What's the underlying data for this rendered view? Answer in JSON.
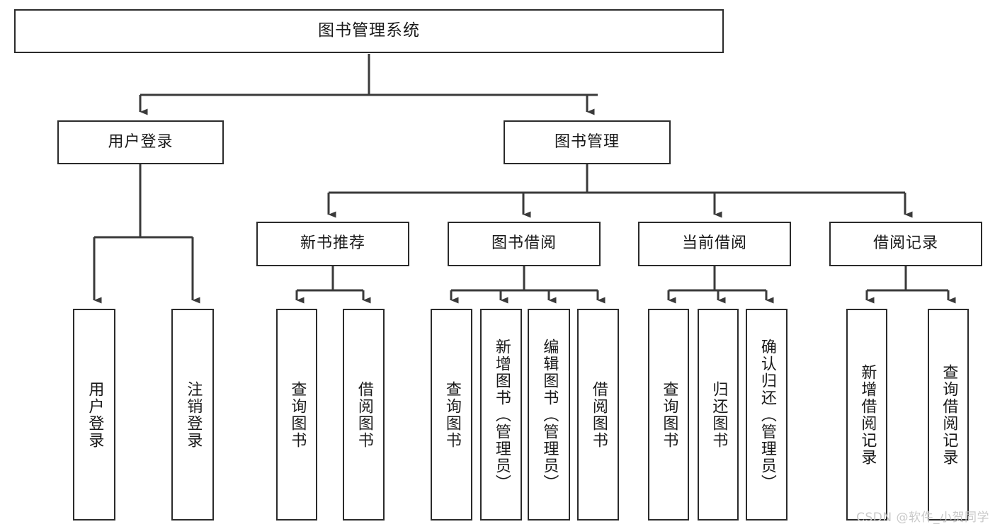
{
  "diagram": {
    "title": "图书管理系统",
    "root": {
      "label": "图书管理系统"
    },
    "level2": [
      {
        "label": "用户登录"
      },
      {
        "label": "图书管理"
      }
    ],
    "level3": [
      {
        "label": "新书推荐"
      },
      {
        "label": "图书借阅"
      },
      {
        "label": "当前借阅"
      },
      {
        "label": "借阅记录"
      }
    ],
    "leaves": [
      {
        "label": "用户登录"
      },
      {
        "label": "注销登录"
      },
      {
        "label": "查询图书"
      },
      {
        "label": "借阅图书"
      },
      {
        "label": "查询图书"
      },
      {
        "label": "新增图书（管理员）"
      },
      {
        "label": "编辑图书（管理员）"
      },
      {
        "label": "借阅图书"
      },
      {
        "label": "查询图书"
      },
      {
        "label": "归还图书"
      },
      {
        "label": "确认归还（管理员）"
      },
      {
        "label": "新增借阅记录"
      },
      {
        "label": "查询借阅记录"
      }
    ]
  },
  "watermark": {
    "text": "CSDN @软件_小贺同学"
  },
  "colors": {
    "border": "#2b2b2b",
    "text": "#1a1a1a",
    "background": "#ffffff",
    "wire": "#3a3a3a",
    "watermark": "#c9c9c9"
  }
}
